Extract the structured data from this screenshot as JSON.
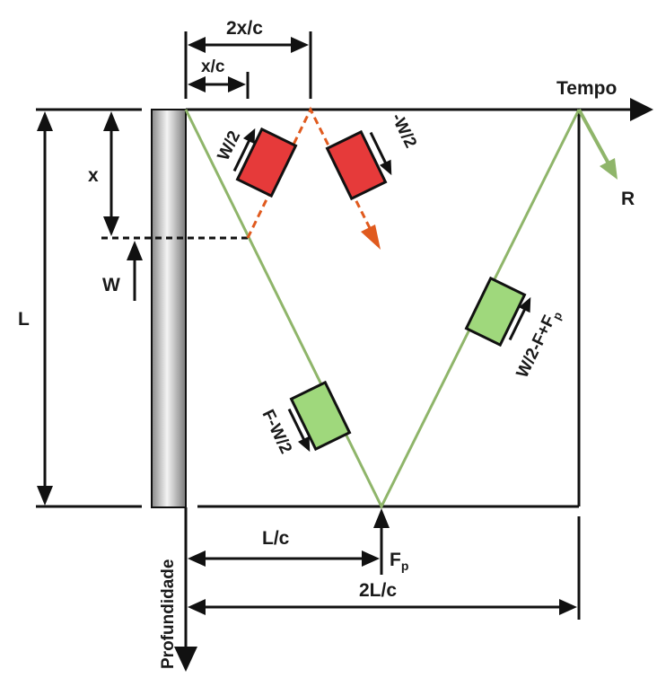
{
  "labels": {
    "two_x_c": "2x/c",
    "x_c": "x/c",
    "time_axis": "Tempo",
    "depth_axis": "Profundidade",
    "x": "x",
    "w": "W",
    "length": "L",
    "r": "R",
    "l_c": "L/c",
    "two_l_c": "2L/c",
    "fp_main": "F",
    "fp_sub": "p",
    "box_w2_up": "W/2",
    "box_w2_down": "-W/2",
    "box_fw2": "F-W/2",
    "box_w2fp_main": "W/2-F+F",
    "box_w2fp_sub": "p"
  },
  "colors": {
    "wave_line": "#8fb56a",
    "red_box": "#e63a3a",
    "green_box": "#9fd87c",
    "red_arrow": "#e05a1e",
    "green_arrow": "#8fb56a",
    "ink": "#111111"
  }
}
